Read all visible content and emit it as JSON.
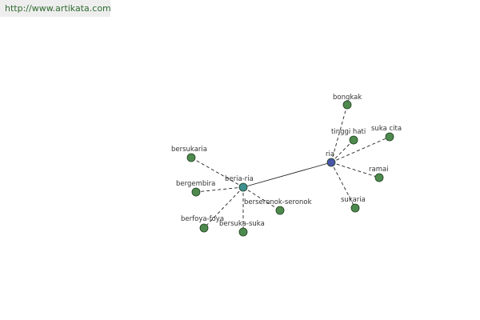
{
  "header": {
    "url": "http://www.artikata.com"
  },
  "colors": {
    "leaf": "#4e8a4e",
    "hub_teal": "#3f8f8f",
    "hub_blue": "#4a55a8",
    "edge": "#222222",
    "url_text": "#2f6a2f"
  },
  "graph": {
    "nodes": [
      {
        "id": "beria-ria",
        "label": "beria-ria",
        "kind": "hub_teal"
      },
      {
        "id": "ria",
        "label": "ria",
        "kind": "hub_blue"
      },
      {
        "id": "bersukaria",
        "label": "bersukaria",
        "kind": "leaf"
      },
      {
        "id": "bergembira",
        "label": "bergembira",
        "kind": "leaf"
      },
      {
        "id": "berfoya-foya",
        "label": "berfoya-foya",
        "kind": "leaf"
      },
      {
        "id": "bersuka-suka",
        "label": "bersuka-suka",
        "kind": "leaf"
      },
      {
        "id": "berseronok-seronok",
        "label": "berseronok-seronok",
        "kind": "leaf"
      },
      {
        "id": "bongkak",
        "label": "bongkak",
        "kind": "leaf"
      },
      {
        "id": "tinggi-hati",
        "label": "tinggi hati",
        "kind": "leaf"
      },
      {
        "id": "suka-cita",
        "label": "suka cita",
        "kind": "leaf"
      },
      {
        "id": "ramai",
        "label": "ramai",
        "kind": "leaf"
      },
      {
        "id": "sukaria",
        "label": "sukaria",
        "kind": "leaf"
      }
    ],
    "edges": [
      {
        "from": "beria-ria",
        "to": "ria",
        "style": "solid"
      },
      {
        "from": "beria-ria",
        "to": "bersukaria",
        "style": "dashed"
      },
      {
        "from": "beria-ria",
        "to": "bergembira",
        "style": "dashed"
      },
      {
        "from": "beria-ria",
        "to": "berfoya-foya",
        "style": "dashed"
      },
      {
        "from": "beria-ria",
        "to": "bersuka-suka",
        "style": "dashed"
      },
      {
        "from": "beria-ria",
        "to": "berseronok-seronok",
        "style": "dashed"
      },
      {
        "from": "ria",
        "to": "bongkak",
        "style": "dashed"
      },
      {
        "from": "ria",
        "to": "tinggi-hati",
        "style": "dashed"
      },
      {
        "from": "ria",
        "to": "suka-cita",
        "style": "dashed"
      },
      {
        "from": "ria",
        "to": "ramai",
        "style": "dashed"
      },
      {
        "from": "ria",
        "to": "sukaria",
        "style": "dashed"
      }
    ]
  }
}
